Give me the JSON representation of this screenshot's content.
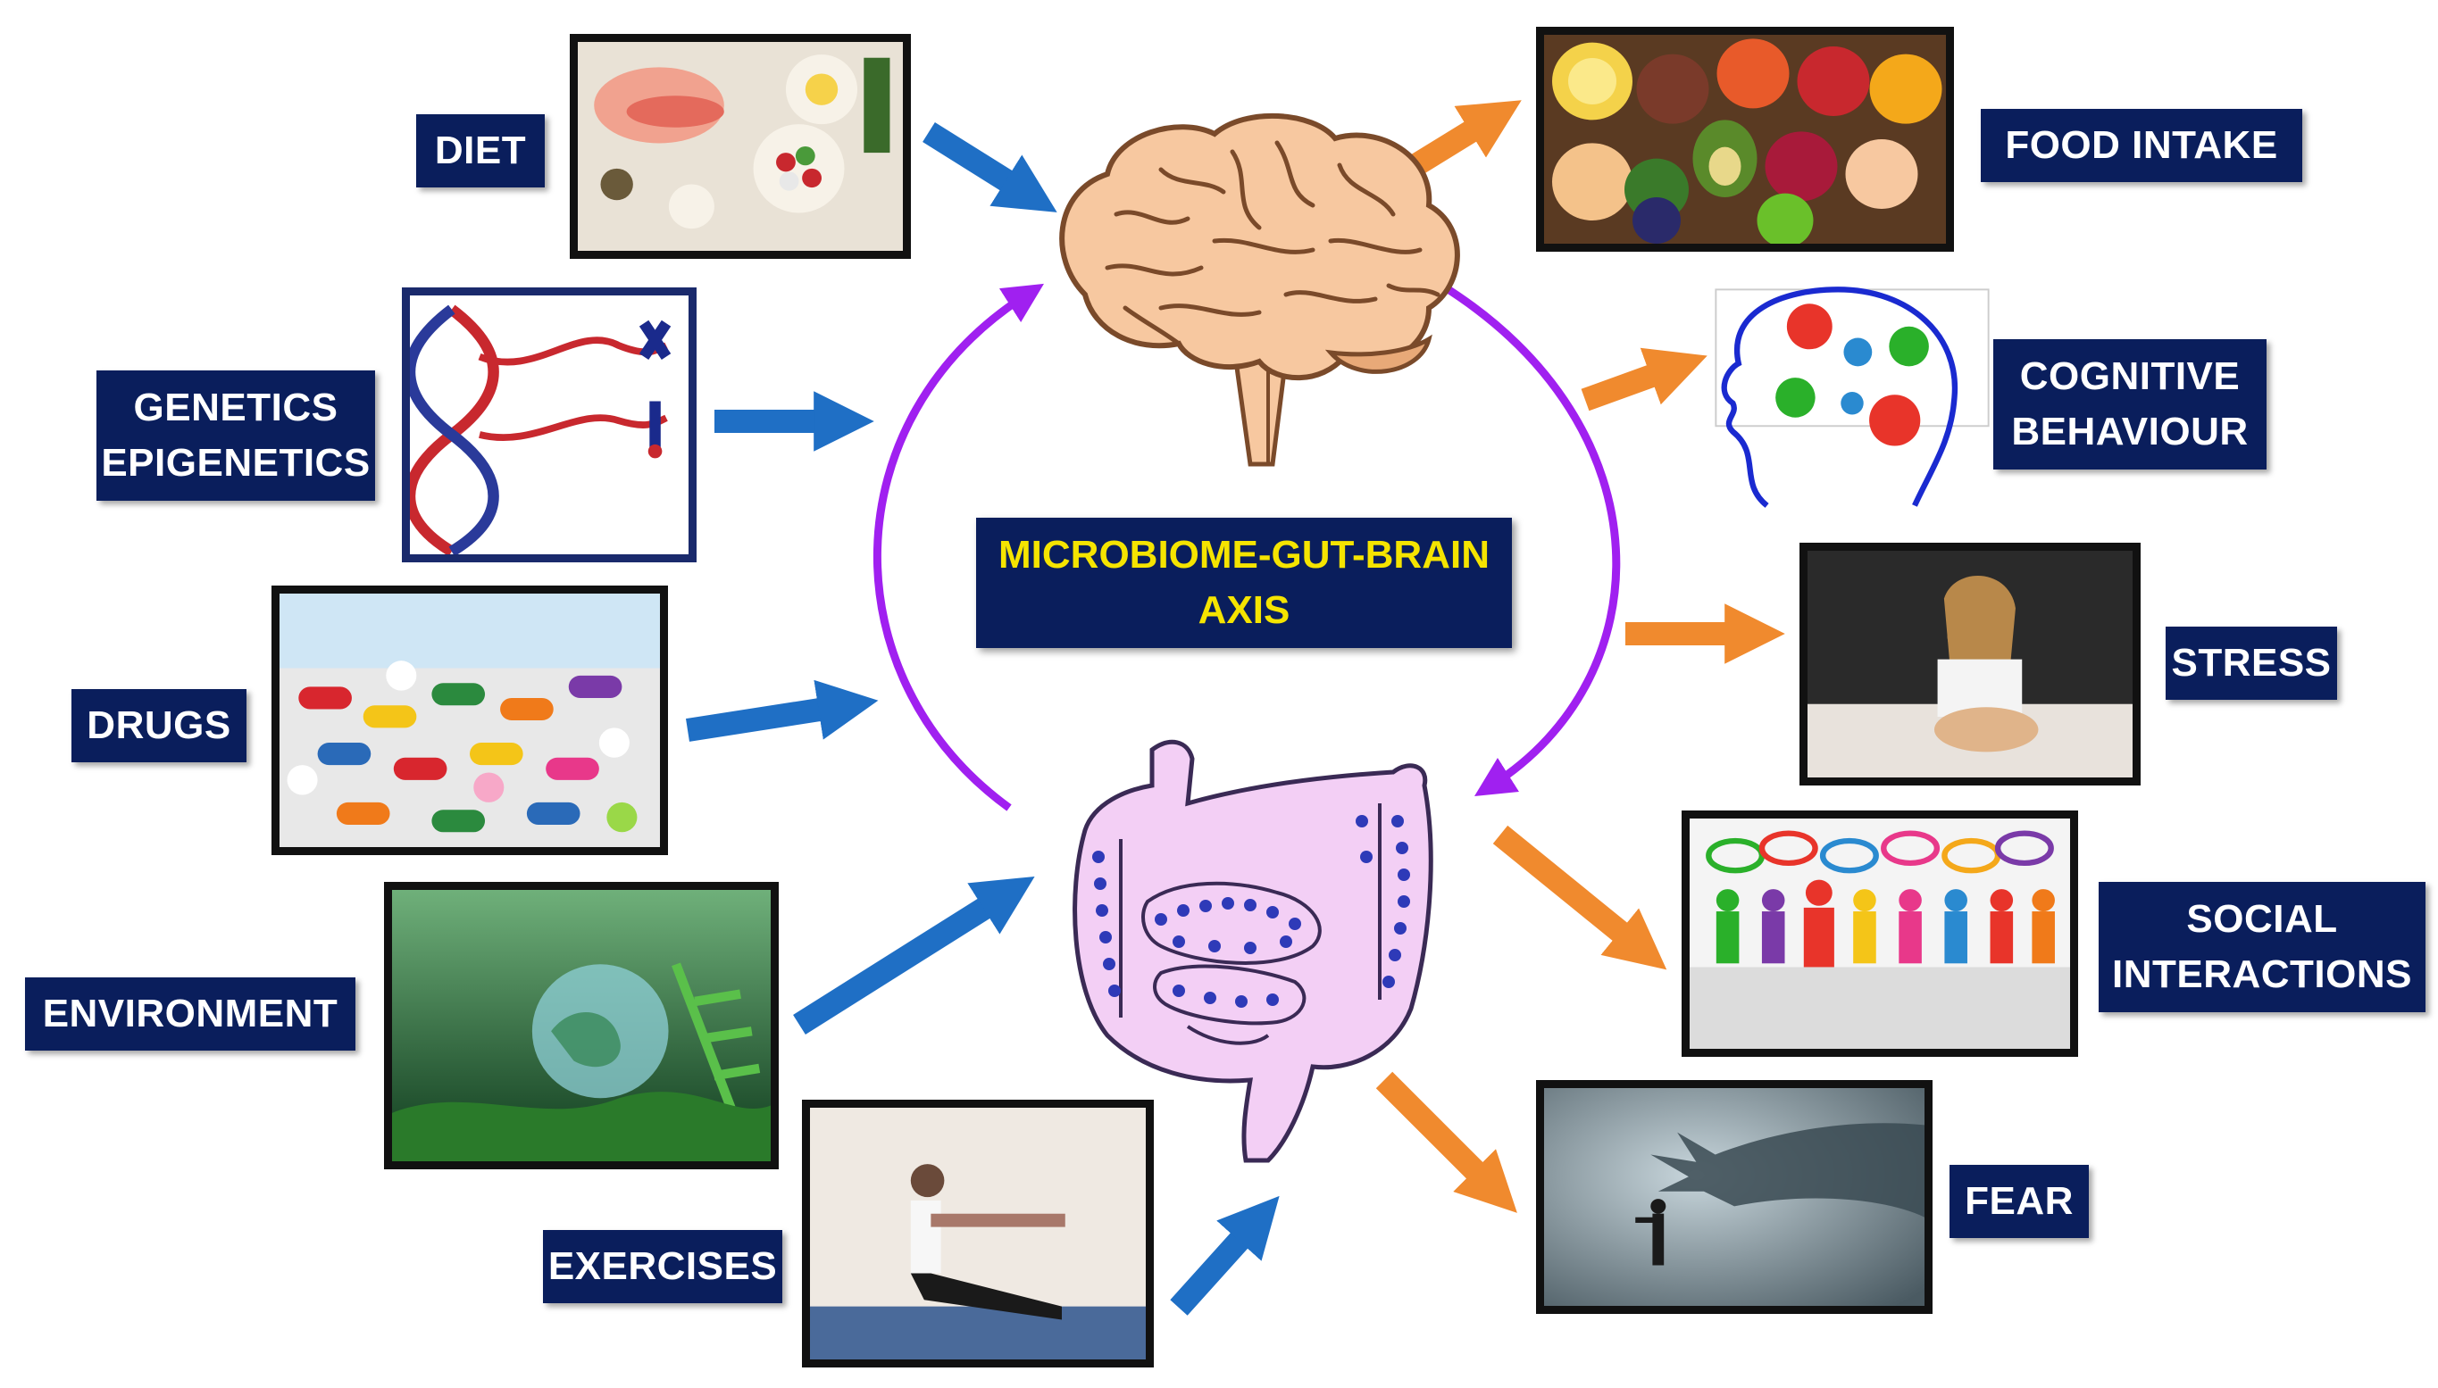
{
  "center": {
    "line1": "MICROBIOME-GUT-BRAIN",
    "line2": "AXIS"
  },
  "inputs": {
    "diet": "DIET",
    "genetics_line1": "GENETICS",
    "genetics_line2": "EPIGENETICS",
    "drugs": "DRUGS",
    "environment": "ENVIRONMENT",
    "exercises": "EXERCISES"
  },
  "outputs": {
    "food_intake": "FOOD INTAKE",
    "cognitive_line1": "COGNITIVE",
    "cognitive_line2": "BEHAVIOUR",
    "stress": "STRESS",
    "social_line1": "SOCIAL",
    "social_line2": "INTERACTIONS",
    "fear": "FEAR"
  },
  "colors": {
    "label_bg": "#0a1e5c",
    "label_text": "#ffffff",
    "center_text": "#f5e400",
    "input_arrow": "#1f6fc5",
    "output_arrow": "#f08a2e",
    "cycle_arrow": "#a020f0",
    "brain_fill": "#f7c8a0",
    "gut_fill": "#f3cff5"
  }
}
